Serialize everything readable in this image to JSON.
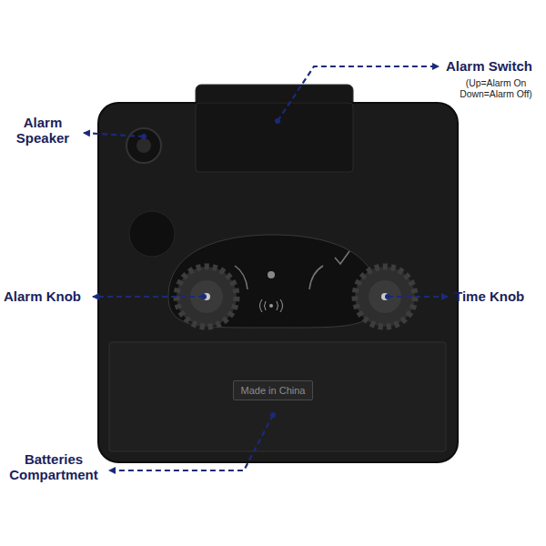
{
  "diagram": {
    "nodes": [
      {
        "text": [
          "Made in China"
        ]
      }
    ],
    "labels": [
      "Alarm Switch",
      "(Up=Alarm On Down=Alarm Off)",
      "Alarm Speaker",
      "Alarm Knob",
      "Time Knob",
      "Batteries Compartment"
    ]
  }
}
